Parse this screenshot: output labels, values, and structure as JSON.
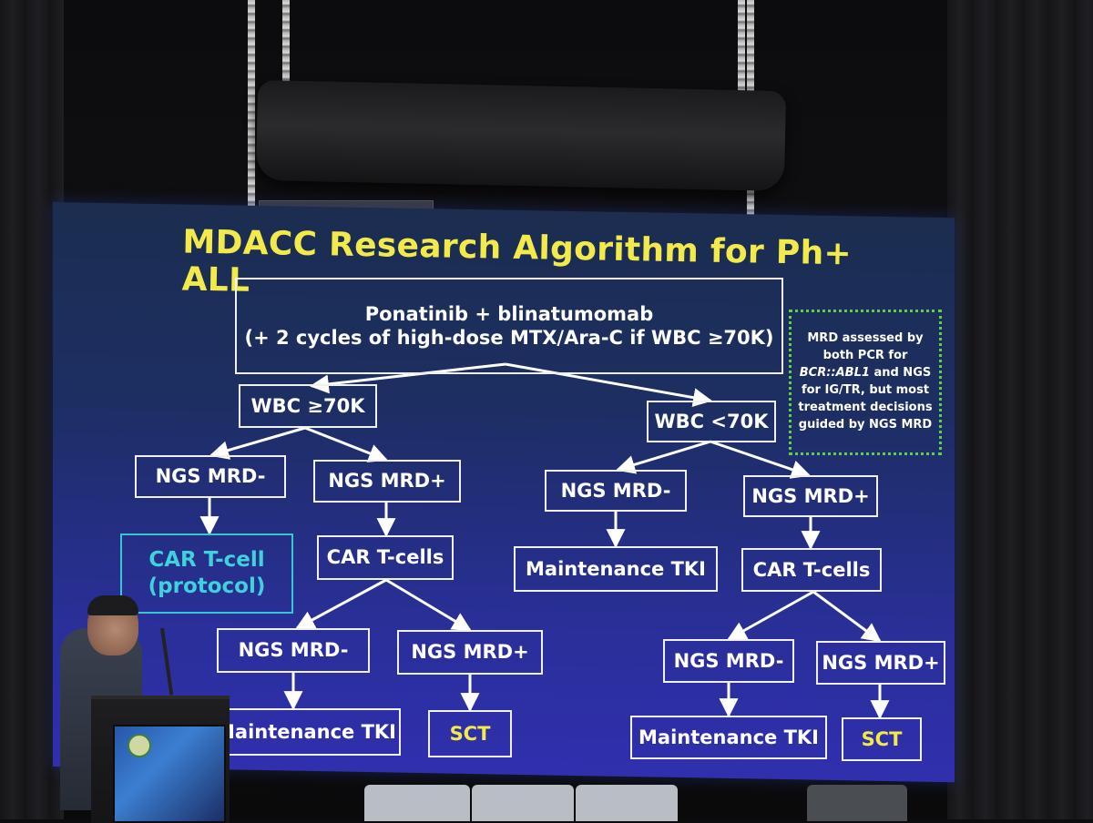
{
  "slide": {
    "title": "MDACC Research Algorithm for Ph+ ALL",
    "root": {
      "line1": "Ponatinib + blinatumomab",
      "line2": "(+ 2 cycles of high-dose MTX/Ara-C if WBC ≥70K)"
    },
    "note": {
      "part1": "MRD assessed by both PCR for",
      "part2_italic": "BCR::ABL1",
      "part3": "and NGS for IG/TR, but most treatment decisions guided by NGS MRD"
    },
    "left": {
      "label": "WBC ≥70K",
      "neg": "NGS MRD-",
      "pos": "NGS MRD+",
      "car_protocol_line1": "CAR T-cell",
      "car_protocol_line2": "(protocol)",
      "car_cells": "CAR T-cells",
      "car_neg": "NGS MRD-",
      "car_pos": "NGS MRD+",
      "maint": "Maintenance TKI",
      "sct": "SCT"
    },
    "right": {
      "label": "WBC <70K",
      "neg": "NGS MRD-",
      "pos": "NGS MRD+",
      "maint_top": "Maintenance TKI",
      "car_cells": "CAR T-cells",
      "car_neg": "NGS MRD-",
      "car_pos": "NGS MRD+",
      "maint": "Maintenance TKI",
      "sct": "SCT"
    }
  },
  "colors": {
    "title": "#f2e94a",
    "teal": "#36c7d0",
    "note_border": "#62d046",
    "box_border": "#f0f0f0",
    "screen_top": "#1c2d50",
    "screen_bottom": "#302fae"
  }
}
